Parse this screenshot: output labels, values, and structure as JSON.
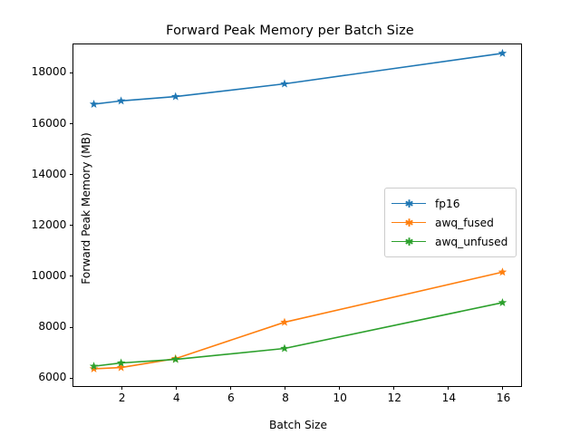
{
  "chart_data": {
    "type": "line",
    "title": "Forward Peak Memory per Batch Size",
    "xlabel": "Batch Size",
    "ylabel": "Forward Peak Memory (MB)",
    "x": [
      1,
      2,
      4,
      8,
      16
    ],
    "xlim": [
      0.25,
      16.75
    ],
    "ylim": [
      5600,
      19100
    ],
    "xticks": [
      2,
      4,
      6,
      8,
      10,
      12,
      14,
      16
    ],
    "yticks": [
      6000,
      8000,
      10000,
      12000,
      14000,
      16000,
      18000
    ],
    "xticklabels": [
      "2",
      "4",
      "6",
      "8",
      "10",
      "12",
      "14",
      "16"
    ],
    "yticklabels": [
      "6000",
      "8000",
      "10000",
      "12000",
      "14000",
      "16000",
      "18000"
    ],
    "grid": false,
    "marker": "star",
    "legend_position": "center right",
    "series": [
      {
        "name": "fp16",
        "color": "#1f77b4",
        "values": [
          16750,
          16880,
          17050,
          17550,
          18750
        ]
      },
      {
        "name": "awq_fused",
        "color": "#ff7f0e",
        "values": [
          6350,
          6400,
          6750,
          8180,
          10150
        ]
      },
      {
        "name": "awq_unfused",
        "color": "#2ca02c",
        "values": [
          6450,
          6580,
          6720,
          7150,
          8950
        ]
      }
    ]
  },
  "legend": {
    "entries": [
      {
        "label": "fp16"
      },
      {
        "label": "awq_fused"
      },
      {
        "label": "awq_unfused"
      }
    ]
  }
}
